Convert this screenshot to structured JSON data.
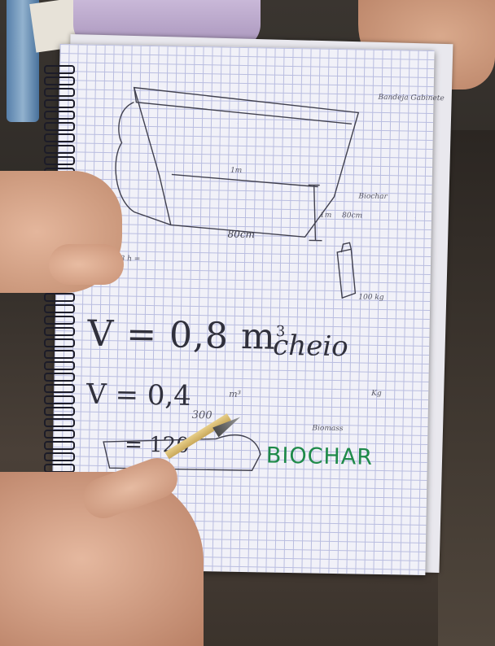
{
  "notes": {
    "label_top_right": "Bandeja Gabinete",
    "dim_middle": "1m",
    "dim_bottom": "80cm",
    "label_right_1": "Biochar",
    "label_right_2": "1m",
    "label_right_3": "80cm",
    "label_left_small": "V = 2/3 h =",
    "label_can": "100 kg",
    "eq_volume": "V = 0,8 m",
    "eq_exp": "3",
    "eq_word": "cheio",
    "eq_density": "V = 0,4",
    "eq_frac_top": "m³",
    "eq_frac_bottom": "300",
    "label_biomass": "Biomass",
    "label_kg_right": "Kg",
    "result": "= 120",
    "biochar_word": "BIOCHAR"
  },
  "colors": {
    "ink": "#30303c",
    "green_marker": "#1f8a4a",
    "grid": "#b9bde0"
  }
}
